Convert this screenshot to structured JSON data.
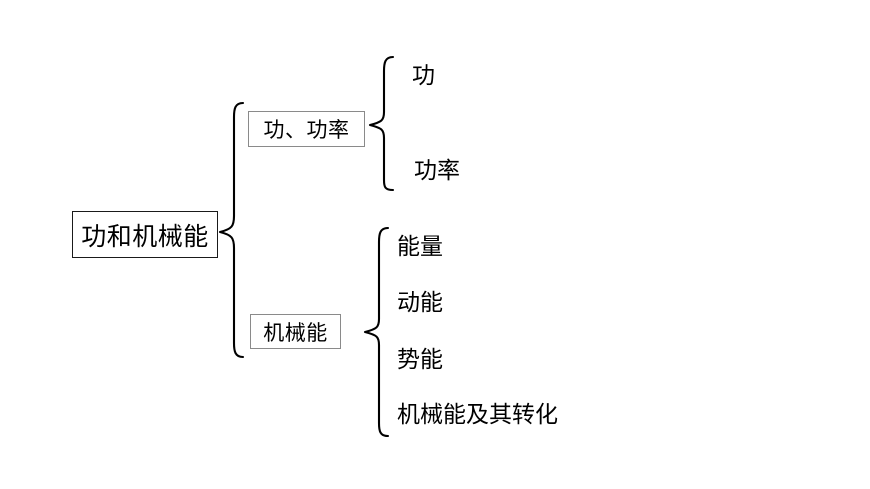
{
  "diagram": {
    "title_text": "功和机械能",
    "type": "concept-tree",
    "colors": {
      "background": "#ffffff",
      "text": "#000000",
      "root_border": "#1a1a1a",
      "sub_border": "#8a8a8a",
      "brace_stroke": "#000000"
    },
    "root": {
      "label": "功和机械能"
    },
    "branches": [
      {
        "box_label": "功、功率",
        "leaves": [
          {
            "label": "功"
          },
          {
            "label": "功率"
          }
        ]
      },
      {
        "box_label": "机械能",
        "leaves": [
          {
            "label": "能量"
          },
          {
            "label": "动能"
          },
          {
            "label": "势能"
          },
          {
            "label": "机械能及其转化"
          }
        ]
      }
    ],
    "braces": [
      {
        "name": "root-brace"
      },
      {
        "name": "branch1-brace"
      },
      {
        "name": "branch2-brace"
      }
    ]
  }
}
